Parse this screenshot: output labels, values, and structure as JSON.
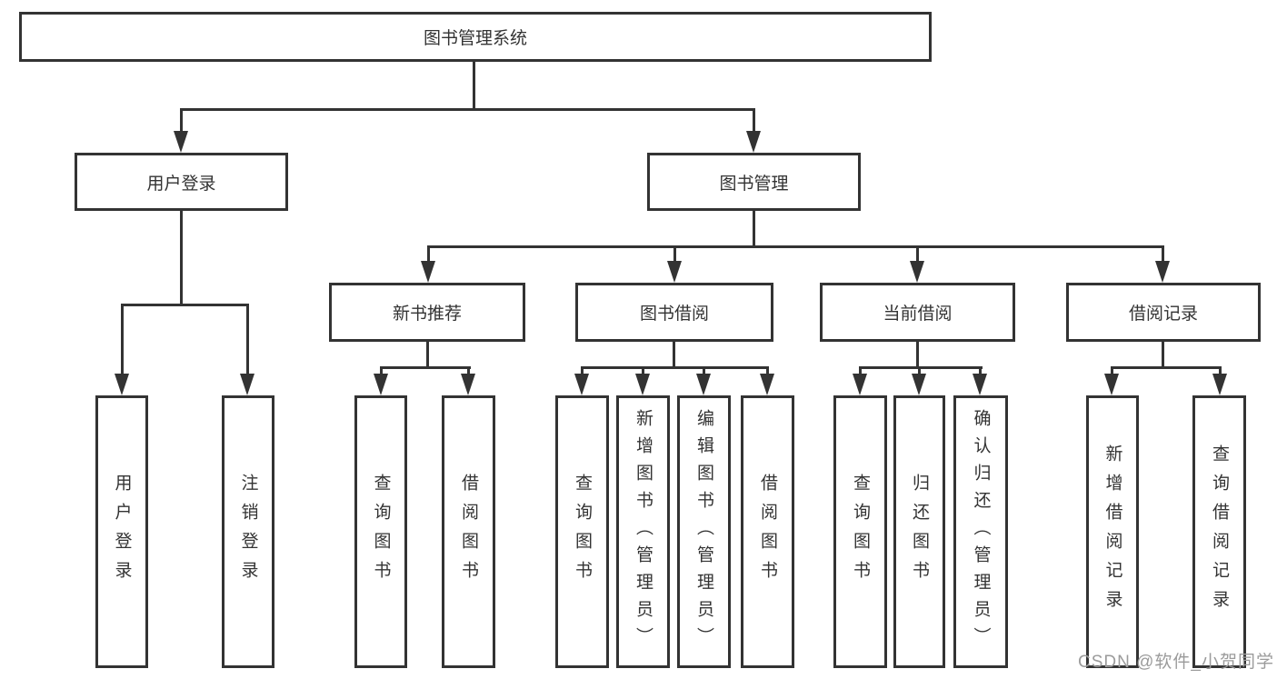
{
  "colors": {
    "background": "#ffffff",
    "line": "#333333",
    "box_border": "#333333",
    "box_fill": "#ffffff",
    "text": "#333333",
    "watermark": "#9b9b9b"
  },
  "tree": {
    "root": {
      "label": "图书管理系统"
    },
    "branches": [
      {
        "label": "用户登录",
        "leaves": [
          "用户登录",
          "注销登录"
        ]
      },
      {
        "label": "图书管理",
        "groups": [
          {
            "label": "新书推荐",
            "leaves": [
              "查询图书",
              "借阅图书"
            ]
          },
          {
            "label": "图书借阅",
            "leaves": [
              "查询图书",
              "新增图书（管理员）",
              "编辑图书（管理员）",
              "借阅图书"
            ]
          },
          {
            "label": "当前借阅",
            "leaves": [
              "查询图书",
              "归还图书",
              "确认归还（管理员）"
            ]
          },
          {
            "label": "借阅记录",
            "leaves": [
              "新增借阅记录",
              "查询借阅记录"
            ]
          }
        ]
      }
    ]
  },
  "watermark": {
    "text": "CSDN @软件_小贺同学"
  }
}
